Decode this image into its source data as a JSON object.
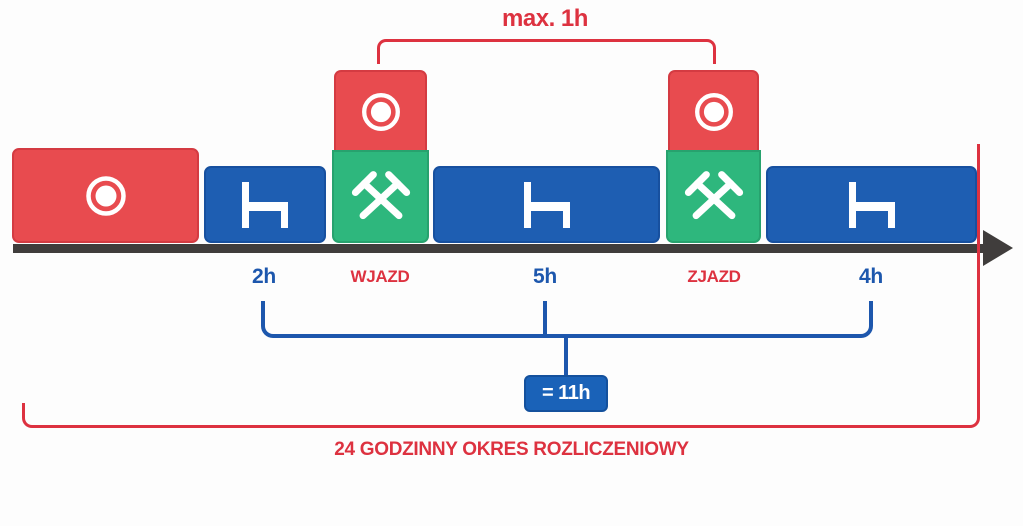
{
  "diagram": {
    "type": "timeline-infographic",
    "subject": "Daily rest / mining shift settlement period",
    "top_bracket": {
      "label": "max. 1h"
    },
    "axis": {
      "style": "horizontal-arrow",
      "color": "#403d3c"
    },
    "blocks": [
      {
        "kind": "driving",
        "color": "#e84b4f",
        "icon": "tachograph-icon"
      },
      {
        "kind": "rest",
        "duration": "2h",
        "color": "#1e5eb2",
        "icon": "bed-icon"
      },
      {
        "kind": "mine-entry",
        "label": "WJAZD",
        "color": "#2eb77d",
        "icon": "crossed-hammers-icon",
        "stacked_above": {
          "kind": "driving",
          "color": "#e84b4f",
          "icon": "tachograph-icon"
        }
      },
      {
        "kind": "rest",
        "duration": "5h",
        "color": "#1e5eb2",
        "icon": "bed-icon"
      },
      {
        "kind": "mine-exit",
        "label": "ZJAZD",
        "color": "#2eb77d",
        "icon": "crossed-hammers-icon",
        "stacked_above": {
          "kind": "driving",
          "color": "#e84b4f",
          "icon": "tachograph-icon"
        }
      },
      {
        "kind": "rest",
        "duration": "4h",
        "color": "#1e5eb2",
        "icon": "bed-icon"
      }
    ],
    "labels": [
      {
        "text": "2h",
        "color": "#1d57ad"
      },
      {
        "text": "WJAZD",
        "color": "#dd3240"
      },
      {
        "text": "5h",
        "color": "#1d57ad"
      },
      {
        "text": "ZJAZD",
        "color": "#dd3240"
      },
      {
        "text": "4h",
        "color": "#1d57ad"
      }
    ],
    "sum_bracket": {
      "label": "= 11h",
      "box_color": "#1a62b8",
      "text_color": "#ffffff"
    },
    "bottom_bracket": {
      "label": "24 GODZINNY OKRES ROZLICZENIOWY",
      "color": "#dd3240"
    },
    "colors": {
      "red_block": "#e84b4f",
      "blue_block": "#1e5eb2",
      "green_block": "#2eb77d",
      "axis_bar": "#403d3c",
      "red_accent": "#dd3240",
      "blue_accent": "#1d57ad",
      "background": "#fdfdfd"
    }
  }
}
